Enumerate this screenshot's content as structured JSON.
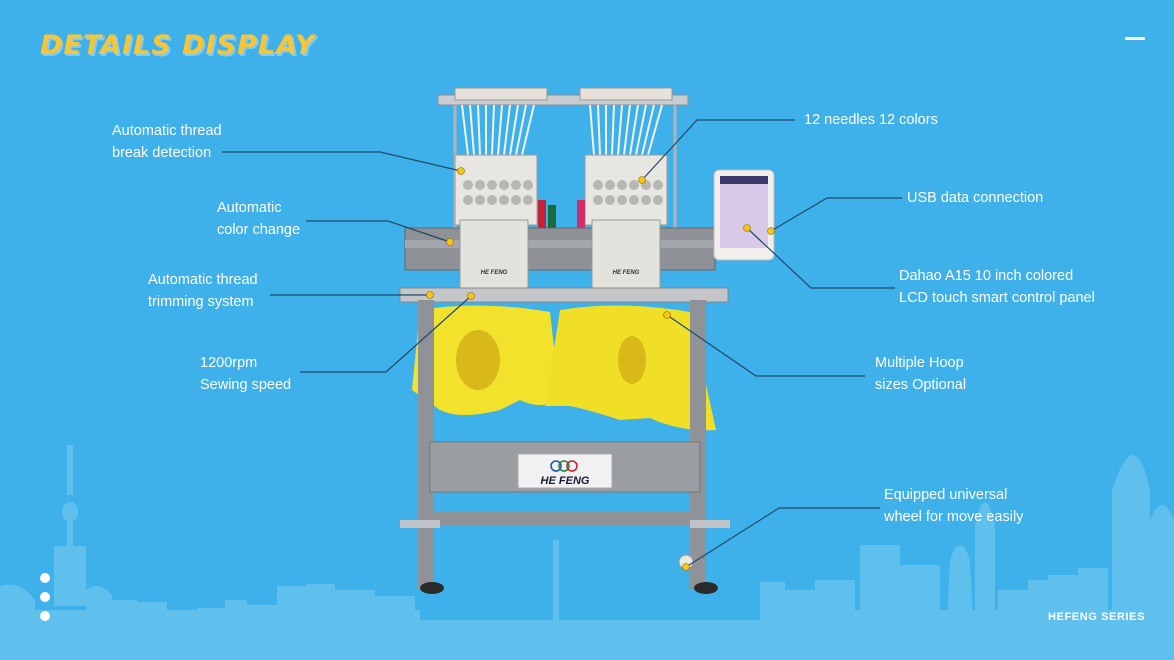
{
  "header": {
    "title": "DETAILS DISPLAY",
    "menu_icon": "menu-dash-icon"
  },
  "colors": {
    "background": "#3eb0ea",
    "title": "#fbc531",
    "skyline": "#5fc0ee",
    "leader_line": "#1f4a6a",
    "marker": "#f5c518",
    "text": "#ffffff"
  },
  "product": {
    "brand_logo_text": "HE FENG",
    "head_logo_text": "HE FENG"
  },
  "features": [
    {
      "id": "thread-break",
      "text": "Automatic thread\nbreak detection"
    },
    {
      "id": "color-change",
      "text": "Automatic\ncolor change"
    },
    {
      "id": "thread-trimming",
      "text": "Automatic thread\ntrimming system"
    },
    {
      "id": "sewing-speed",
      "text": "1200rpm\nSewing speed"
    },
    {
      "id": "needles",
      "text": "12 needles 12 colors"
    },
    {
      "id": "usb",
      "text": "USB data connection"
    },
    {
      "id": "control-panel",
      "text": "Dahao A15 10 inch colored\nLCD touch smart control panel"
    },
    {
      "id": "hoop-sizes",
      "text": "Multiple Hoop\nsizes Optional"
    },
    {
      "id": "wheel",
      "text": "Equipped universal\nwheel for move easily"
    }
  ],
  "pagination": {
    "dots": 3
  },
  "footer": {
    "series": "HEFENG SERIES"
  }
}
